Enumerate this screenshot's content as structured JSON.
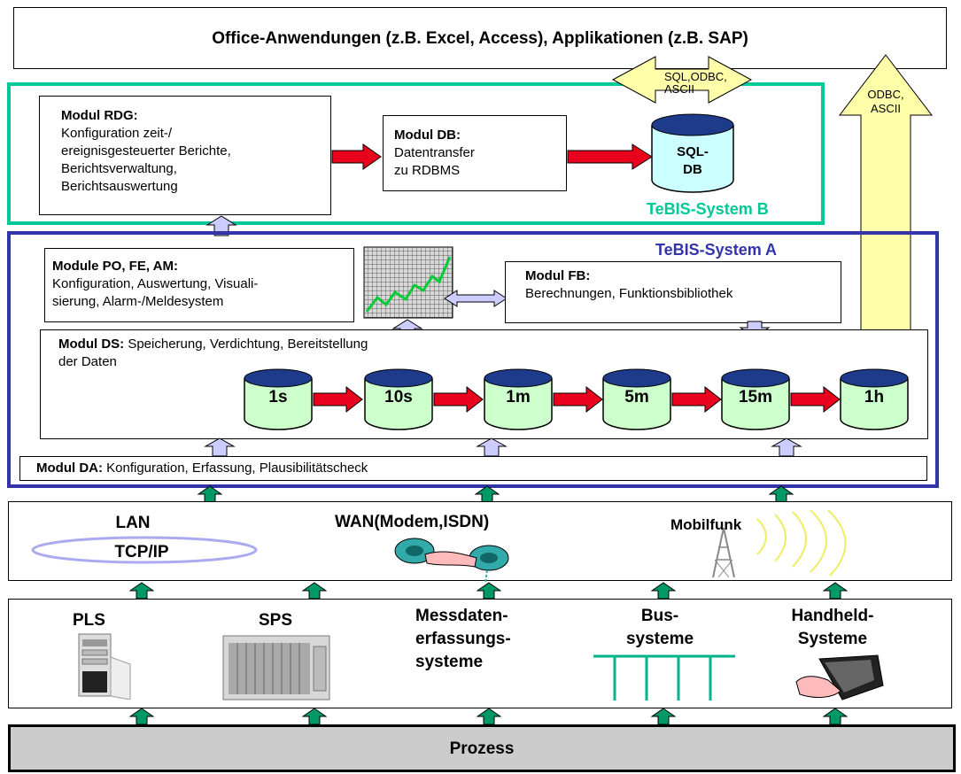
{
  "office": {
    "title": "Office-Anwendungen (z.B. Excel, Access), Applikationen (z.B. SAP)"
  },
  "arrows": {
    "sql_odbc_line1": "SQL,ODBC,",
    "sql_odbc_line2": "ASCII",
    "odbc_line1": "ODBC,",
    "odbc_line2": "ASCII"
  },
  "system_b": {
    "label": "TeBIS-System B",
    "rdg": {
      "title": "Modul RDG:",
      "lines": [
        "Konfiguration zeit-/",
        "ereignisgesteuerter Berichte,",
        "Berichtsverwaltung,",
        "Berichtsauswertung"
      ]
    },
    "db": {
      "title": "Modul DB:",
      "lines": [
        "Datentransfer",
        "zu RDBMS"
      ]
    },
    "sqldb": {
      "line1": "SQL-",
      "line2": "DB"
    }
  },
  "system_a": {
    "label": "TeBIS-System A",
    "po": {
      "title": "Module PO, FE, AM:",
      "lines": [
        "Konfiguration, Auswertung, Visuali-",
        "sierung, Alarm-/Meldesystem"
      ]
    },
    "fb": {
      "title": "Modul FB:",
      "line": "Berechnungen, Funktionsbibliothek"
    },
    "ds": {
      "title": "Modul DS:",
      "line1": " Speicherung, Verdichtung, Bereitstellung",
      "line2": "der Daten",
      "cylinders": [
        "1s",
        "10s",
        "1m",
        "5m",
        "15m",
        "1h"
      ]
    },
    "da": {
      "title": "Modul DA:",
      "text": " Konfiguration, Erfassung, Plausibilitätscheck"
    }
  },
  "network": {
    "lan": "LAN",
    "tcpip": "TCP/IP",
    "wan": "WAN(Modem,ISDN)",
    "mobil": "Mobilfunk"
  },
  "sources": {
    "pls": "PLS",
    "sps": "SPS",
    "mess": [
      "Messdaten-",
      "erfassungs-",
      "systeme"
    ],
    "bus": [
      "Bus-",
      "systeme"
    ],
    "hand": [
      "Handheld-",
      "Systeme"
    ]
  },
  "process": {
    "label": "Prozess"
  },
  "colors": {
    "system_b": "#00c896",
    "system_a": "#3333aa",
    "cylinder": "#ccffcc",
    "cylinder_top": "#1e3a8a",
    "sqldb": "#ccffff",
    "red_arrow": "#e8001c",
    "yellow_arrow": "#ffffaa",
    "green_arrow": "#009966",
    "lavender_arrow": "#ccccff"
  }
}
